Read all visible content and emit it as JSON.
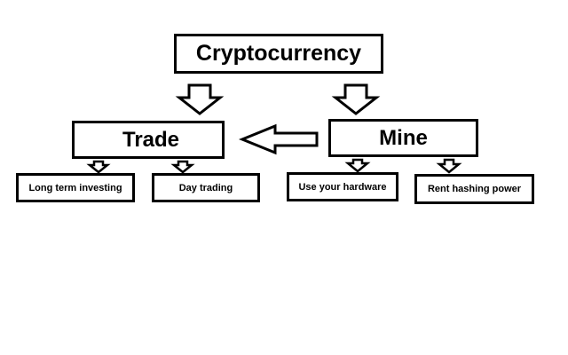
{
  "diagram": {
    "root": {
      "label": "Cryptocurrency"
    },
    "trade": {
      "label": "Trade"
    },
    "mine": {
      "label": "Mine"
    },
    "trade_children": [
      {
        "label": "Long term investing"
      },
      {
        "label": "Day trading"
      }
    ],
    "mine_children": [
      {
        "label": "Use your hardware"
      },
      {
        "label": "Rent hashing power"
      }
    ]
  },
  "colors": {
    "stroke": "#000000",
    "fill": "#ffffff",
    "background": "#ffffff"
  }
}
